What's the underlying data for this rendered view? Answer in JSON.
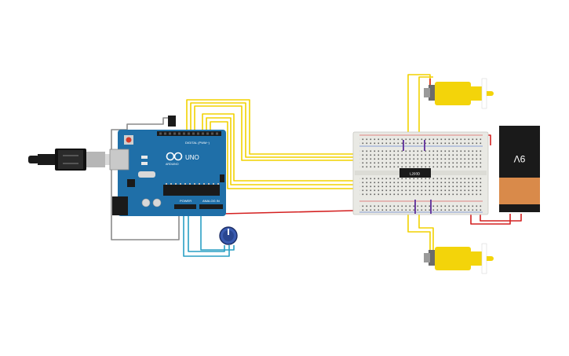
{
  "arduino": {
    "brand_label": "ARDUINO",
    "model_label": "UNO",
    "digital_header_label": "DIGITAL (PWM~)",
    "power_header_label": "POWER",
    "analog_header_label": "ANALOG IN"
  },
  "driver_chip": {
    "label": "L293D"
  },
  "battery": {
    "label": "9V"
  },
  "colors": {
    "board_blue": "#1f6fa8",
    "wire_yellow": "#f2d200",
    "wire_red": "#d42020",
    "wire_gray": "#8a8a8a",
    "wire_teal": "#2a9fc4",
    "motor_yellow": "#f3d40a",
    "battery_orange": "#d98a4a",
    "breadboard": "#e9e9e4"
  },
  "icons": {
    "usb_cable": "usb-cable-icon",
    "potentiometer": "potentiometer-icon",
    "motor": "dc-motor-icon",
    "battery": "battery-icon"
  }
}
